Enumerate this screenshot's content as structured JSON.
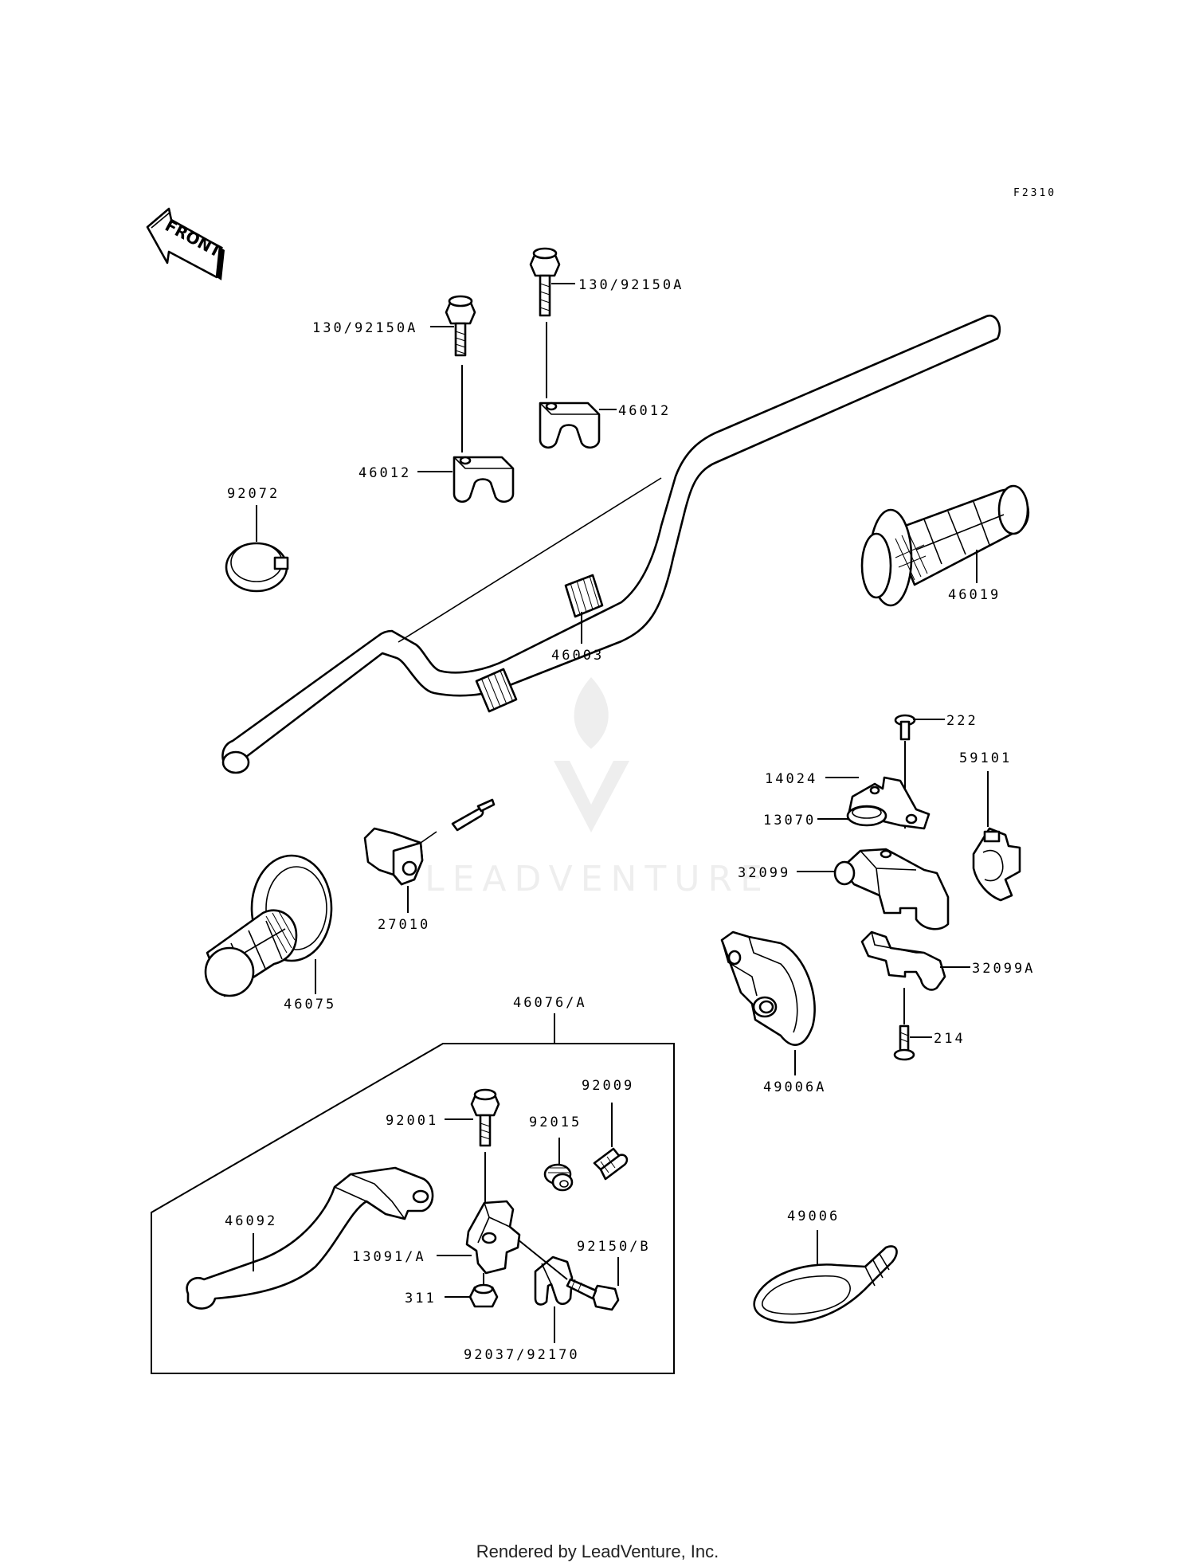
{
  "figure_code": "F2310",
  "front_arrow_text": "FRONT",
  "watermark_text": "LEADVENTURE",
  "footer": "Rendered by LeadVenture, Inc.",
  "callouts": {
    "bolt_left": "130/92150A",
    "bolt_right": "130/92150A",
    "holder_left": "46012",
    "holder_right": "46012",
    "band": "92072",
    "handlebar_pad": "46003",
    "grip_right": "46019",
    "screw_222": "222",
    "bracket_14024": "14024",
    "clamp_13070": "13070",
    "throttle_case_32099": "32099",
    "throttle_cover_59101": "59101",
    "case_32099a": "32099A",
    "screw_214": "214",
    "switch_27010": "27010",
    "grip_left": "46075",
    "lever_assembly": "46076/A",
    "throttle_grip_49006a": "49006A",
    "cover_49006": "49006",
    "bolt_92001": "92001",
    "adjuster_92009": "92009",
    "nut_92015": "92015",
    "lever_46092": "46092",
    "holder_13091": "13091/A",
    "bolt_92150b": "92150/B",
    "nut_311": "311",
    "holder_92037": "92037/92170"
  }
}
